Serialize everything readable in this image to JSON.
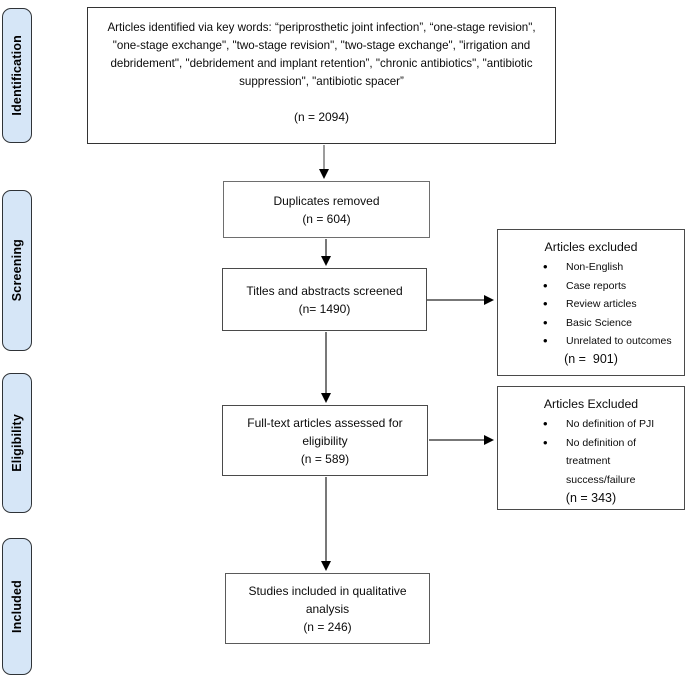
{
  "stages": [
    {
      "label": "Identification"
    },
    {
      "label": "Screening"
    },
    {
      "label": "Eligibility"
    },
    {
      "label": "Included"
    }
  ],
  "flow": {
    "identified": {
      "text": "Articles identified via key words: “periprosthetic joint infection”, “one-stage revision\", \"one-stage exchange\", \"two-stage revision\", \"two-stage exchange\", \"irrigation and debridement\", \"debridement and implant retention”, \"chronic antibiotics\", \"antibiotic suppression\", \"antibiotic spacer”",
      "count": "(n = 2094)"
    },
    "duplicates_removed": {
      "text": "Duplicates removed",
      "count": "(n = 604)"
    },
    "titles_screened": {
      "text": "Titles and abstracts screened",
      "count": "(n= 1490)"
    },
    "excluded_screening": {
      "title": "Articles excluded",
      "bullets": [
        "Non-English",
        "Case reports",
        "Review articles",
        "Basic Science",
        "Unrelated to outcomes"
      ],
      "count": "(n =  901)"
    },
    "fulltext_assessed": {
      "text": "Full-text articles assessed for eligibility",
      "count": "(n = 589)"
    },
    "excluded_eligibility": {
      "title": "Articles Excluded",
      "bullets": [
        "No definition of PJI",
        "No definition of treatment success/failure"
      ],
      "count": "(n = 343)"
    },
    "qualitative_included": {
      "text": "Studies included in qualitative analysis",
      "count": "(n = 246)"
    }
  },
  "colors": {
    "stage_fill": "#d6e6f7",
    "stage_border": "#2f3337",
    "box_border": "#4f4f4f",
    "arrow_line": "#5a5a5a",
    "arrow_head": "#000000"
  }
}
